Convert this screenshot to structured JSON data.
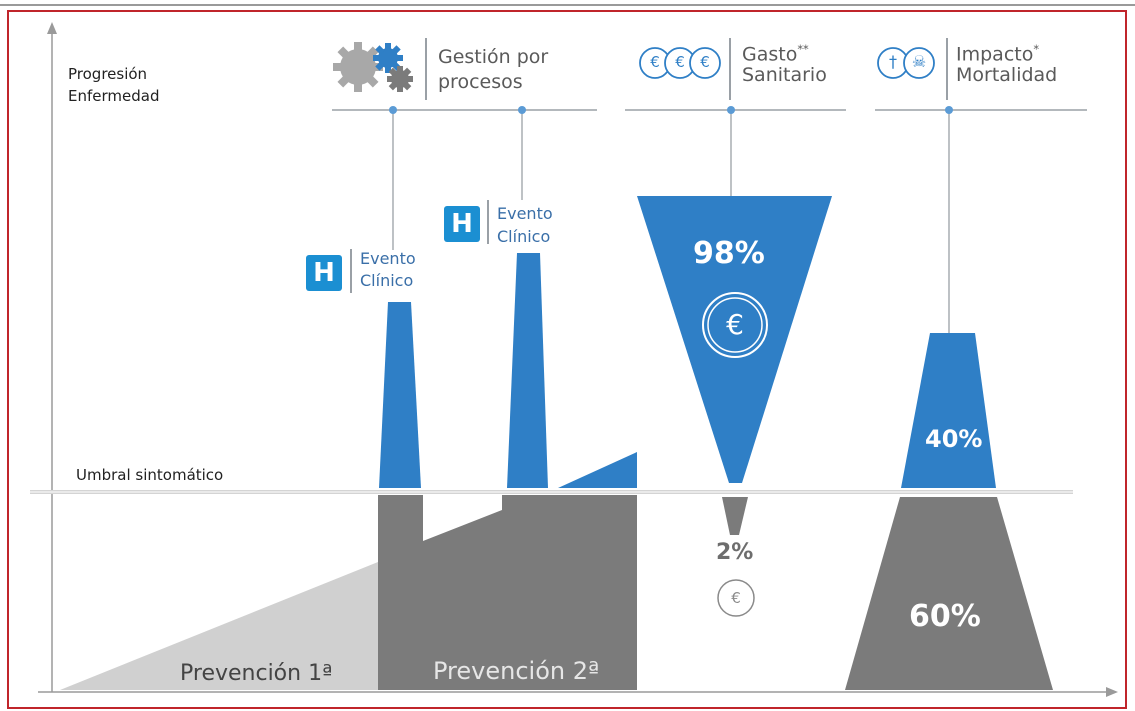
{
  "axis": {
    "y_label_line1": "Progresión",
    "y_label_line2": "Enfermedad",
    "threshold_label": "Umbral sintomático"
  },
  "headers": {
    "gestion_line1": "Gestión por",
    "gestion_line2": "procesos",
    "gasto_line1": "Gasto",
    "gasto_mark": "**",
    "gasto_line2": "Sanitario",
    "impacto_line1": "Impacto",
    "impacto_mark": "*",
    "impacto_line2": "Mortalidad"
  },
  "events": [
    {
      "icon_letter": "H",
      "line1": "Evento",
      "line2": "Clínico"
    },
    {
      "icon_letter": "H",
      "line1": "Evento",
      "line2": "Clínico"
    }
  ],
  "gasto": {
    "above_pct": "98%",
    "below_pct": "2%",
    "symbol": "€"
  },
  "impacto": {
    "above_pct": "40%",
    "below_pct": "60%",
    "cross": "†",
    "skull": "☠"
  },
  "prevention": {
    "primary": "Prevención 1ª",
    "secondary": "Prevención 2ª"
  },
  "colors": {
    "blue": "#2f7fc6",
    "gray_dark": "#7a7a7a",
    "gray_light": "#cfcfcf",
    "frame": "#c0252b",
    "icon_blue": "#1b8fd2"
  }
}
